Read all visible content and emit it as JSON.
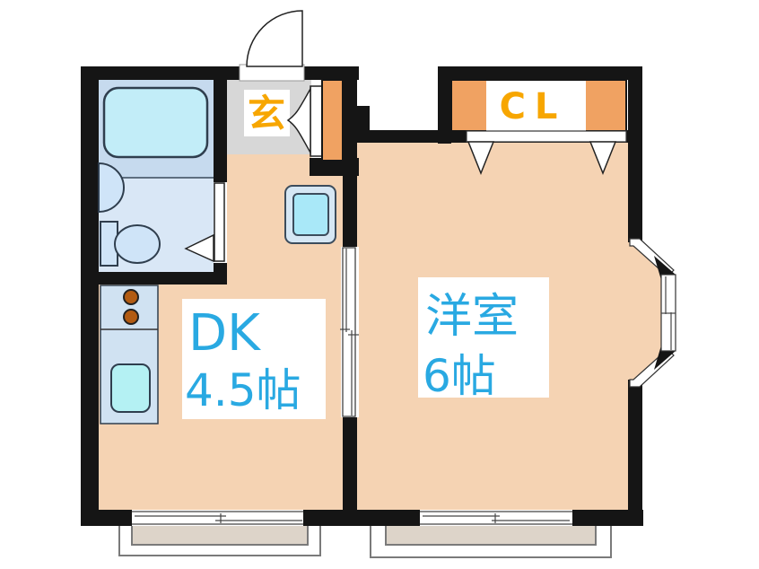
{
  "plan": {
    "entrance": {
      "label": "玄"
    },
    "closet": {
      "label": "CL"
    },
    "dining_kitchen": {
      "name": "DK",
      "size": "4.5帖"
    },
    "western_room": {
      "name": "洋室",
      "size": "6帖"
    }
  },
  "colors": {
    "wall": "#151515",
    "floor": "#f5d3b3",
    "genkan": "#d7d7d7",
    "cabinet": "#f0a262",
    "orange_text": "#f7a600",
    "cyan_text": "#29a9e2",
    "bath": "#d9e7f6",
    "bath_upper": "#c6daee",
    "tub": "#c2edf8",
    "fixture": "#cfe4f8",
    "sink": "#b4f1f3",
    "counter": "#d0e2f2",
    "burner": "#b25b12",
    "washer": "#a9e8f8",
    "balcony": "#ddd4c9",
    "balcony_line": "#7a7a7a"
  }
}
